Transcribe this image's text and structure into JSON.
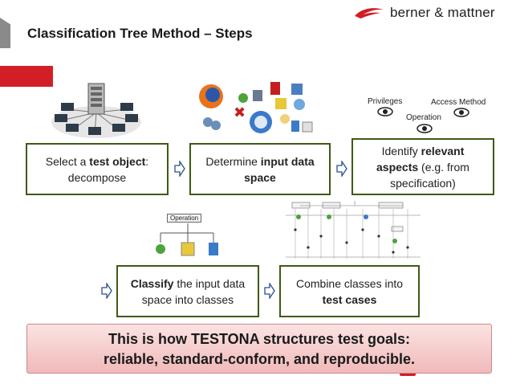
{
  "header": {
    "title": "Classification Tree Method – Steps",
    "logo_text": "berner & mattner"
  },
  "steps": [
    {
      "pre": "Select a ",
      "bold": "test object",
      "post": ":\ndecompose"
    },
    {
      "pre": "Determine ",
      "bold": "input data\nspace",
      "post": ""
    },
    {
      "pre": "Identify ",
      "bold": "relevant\naspects",
      "post": " (e.g. from\nspecification)"
    },
    {
      "pre": "",
      "bold": "Classify",
      "post": " the input data\nspace into classes"
    },
    {
      "pre": "Combine classes into\n",
      "bold": "test cases",
      "post": ""
    }
  ],
  "aspects": {
    "privileges": "Privileges",
    "access_method": "Access Method",
    "operation": "Operation"
  },
  "classify_illustration": {
    "root": "Operation"
  },
  "banner": {
    "line1": "This is how TESTONA structures test goals:",
    "line2": "reliable, standard-conform, and reproducible."
  },
  "colors": {
    "accent_red": "#d21f26",
    "box_border": "#3f5a14",
    "arrow_blue": "#2b4f8c"
  }
}
